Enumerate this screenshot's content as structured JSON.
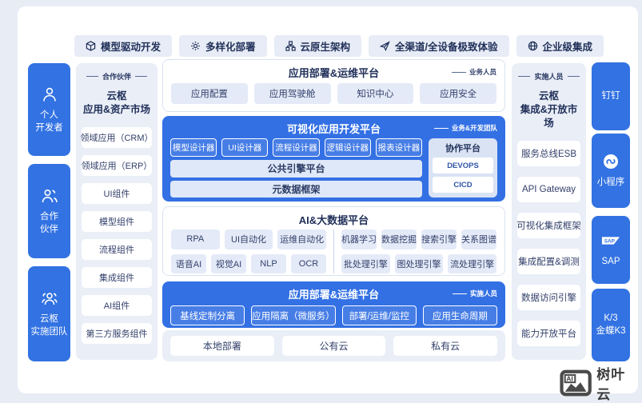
{
  "colors": {
    "primary": "#3370E4",
    "panel_light": "#E9EEF7",
    "chip_light": "#E4EAF7",
    "text_dark": "#2B3A63"
  },
  "tabs": [
    {
      "icon": "cube-icon",
      "label": "模型驱动开发"
    },
    {
      "icon": "gear-icon",
      "label": "多样化部署"
    },
    {
      "icon": "cluster-icon",
      "label": "云原生架构"
    },
    {
      "icon": "rocket-icon",
      "label": "全渠道/全设备极致体验"
    },
    {
      "icon": "globe-icon",
      "label": "企业级集成"
    }
  ],
  "left_rail": [
    {
      "icon": "person-icon",
      "line1": "个人",
      "line2": "开发者"
    },
    {
      "icon": "people-icon",
      "line1": "合作",
      "line2": "伙伴"
    },
    {
      "icon": "team-icon",
      "line1": "云枢",
      "line2": "实施团队"
    }
  ],
  "left_market": {
    "tag": "合作伙伴",
    "title1": "云枢",
    "title2": "应用&资产市场",
    "items": [
      "领域应用（CRM）",
      "领域应用（ERP）",
      "UI组件",
      "模型组件",
      "流程组件",
      "集成组件",
      "AI组件",
      "第三方服务组件"
    ]
  },
  "center": {
    "deploy_top": {
      "title": "应用部署&运维平台",
      "tag": "业务人员",
      "items": [
        "应用配置",
        "应用驾驶舱",
        "知识中心",
        "应用安全"
      ]
    },
    "dev_platform": {
      "title": "可视化应用开发平台",
      "tag": "业务&开发团队",
      "designers": [
        "模型设计器",
        "UI设计器",
        "流程设计器",
        "逻辑设计器",
        "报表设计器"
      ],
      "engine_bar": "公共引擎平台",
      "meta_bar": "元数据框架",
      "collab": {
        "title": "协作平台",
        "items": [
          "DEVOPS",
          "CICD"
        ]
      }
    },
    "ai_platform": {
      "title": "AI&大数据平台",
      "g1r1": [
        "RPA",
        "UI自动化",
        "运维自动化"
      ],
      "g1r2": [
        "语音AI",
        "视觉AI",
        "NLP",
        "OCR"
      ],
      "g2r1": [
        "机器学习",
        "数据挖掘",
        "搜索引擎",
        "关系图谱"
      ],
      "g2r2": [
        "批处理引擎",
        "图处理引擎",
        "流处理引擎"
      ]
    },
    "deploy_bottom": {
      "title": "应用部署&运维平台",
      "tag": "实施人员",
      "items": [
        "基线定制分离",
        "应用隔离（微服务）",
        "部署/运维/监控",
        "应用生命周期"
      ]
    },
    "clouds": {
      "items": [
        "本地部署",
        "公有云",
        "私有云"
      ]
    }
  },
  "right_market": {
    "tag": "实施人员",
    "title1": "云枢",
    "title2": "集成&开放市场",
    "items": [
      "服务总线ESB",
      "API Gateway",
      "可视化集成框架",
      "集成配置&调测",
      "数据访问引擎",
      "能力开放平台"
    ]
  },
  "right_rail": [
    {
      "label": "钉钉"
    },
    {
      "icon": "miniprogram-icon",
      "label": "小程序"
    },
    {
      "icon": "sap-icon",
      "label": "SAP"
    },
    {
      "line1": "K/3",
      "line2": "金蝶K3"
    }
  ],
  "brand": {
    "icon_text": "AI",
    "label": "树叶云"
  }
}
